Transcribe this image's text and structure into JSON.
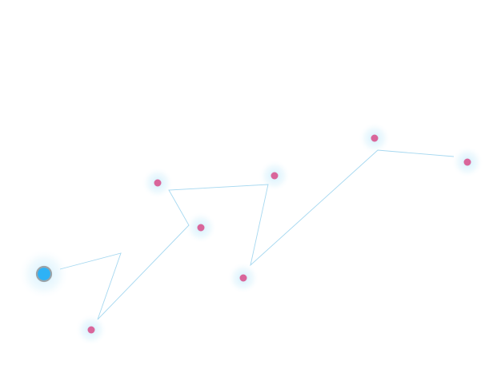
{
  "colors": {
    "background": "#ffffff",
    "path_line": "#a6d8f0",
    "glow": "#c9ecfb",
    "node_fill": "#d9669b",
    "player_fill": "#2eb2f6",
    "player_ring": "#9aa3a8"
  },
  "player": {
    "icon": "player-orb-icon"
  },
  "nodes": [
    {
      "id": "node-1",
      "icon": "waypoint-dot-icon"
    },
    {
      "id": "node-2",
      "icon": "waypoint-dot-icon"
    },
    {
      "id": "node-3",
      "icon": "waypoint-dot-icon"
    },
    {
      "id": "node-4",
      "icon": "waypoint-dot-icon"
    },
    {
      "id": "node-5",
      "icon": "waypoint-dot-icon"
    },
    {
      "id": "node-6",
      "icon": "waypoint-dot-icon"
    },
    {
      "id": "node-7",
      "icon": "waypoint-dot-icon"
    }
  ]
}
